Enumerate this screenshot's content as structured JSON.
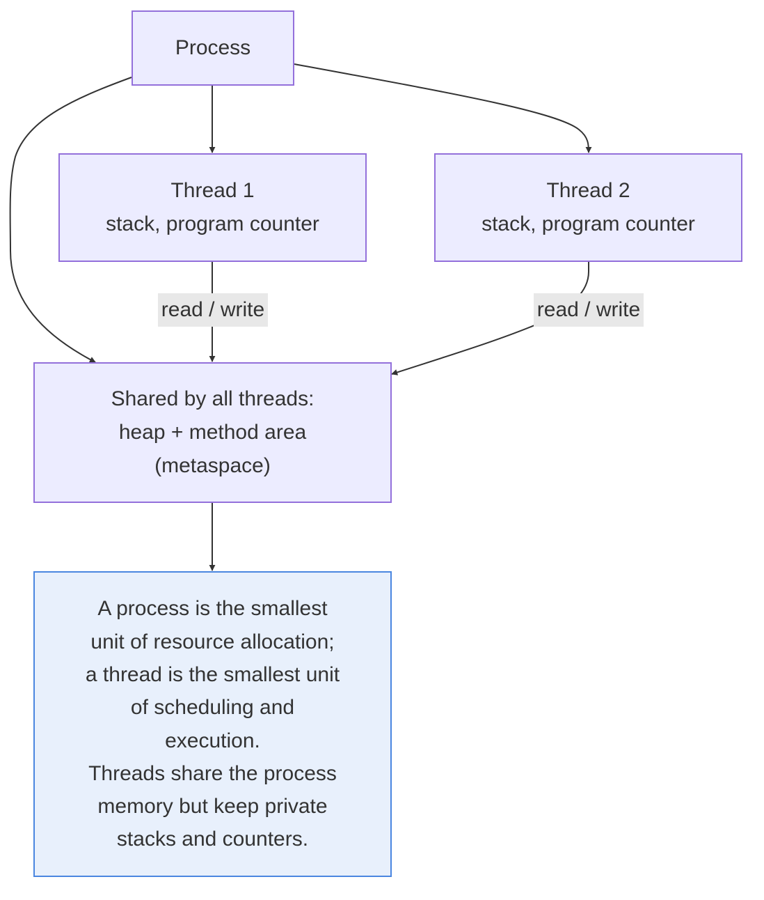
{
  "diagram": {
    "nodes": {
      "process": {
        "lines": [
          "Process"
        ]
      },
      "thread1": {
        "lines": [
          "Thread 1",
          "stack, program counter"
        ]
      },
      "thread2": {
        "lines": [
          "Thread 2",
          "stack, program counter"
        ]
      },
      "shared": {
        "lines": [
          "Shared by all threads:",
          "heap + method area",
          "(metaspace)"
        ]
      },
      "note": {
        "lines": [
          "A process is the smallest",
          "unit of resource allocation;",
          "a thread is the smallest unit",
          "of scheduling and",
          "execution.",
          "Threads share the process",
          "memory but keep private",
          "stacks and counters."
        ]
      }
    },
    "edges": [
      {
        "from": "process",
        "to": "thread1",
        "label": ""
      },
      {
        "from": "process",
        "to": "thread2",
        "label": ""
      },
      {
        "from": "process",
        "to": "shared",
        "label": ""
      },
      {
        "from": "thread1",
        "to": "shared",
        "label": "read / write"
      },
      {
        "from": "thread2",
        "to": "shared",
        "label": "read / write"
      },
      {
        "from": "shared",
        "to": "note",
        "label": ""
      }
    ],
    "colors": {
      "node_fill": "#ececff",
      "node_border": "#9370db",
      "note_fill": "#e8f0fc",
      "note_border": "#4a86e0",
      "edge": "#333333",
      "label_bg": "#e8e8e8",
      "text": "#333333"
    }
  }
}
